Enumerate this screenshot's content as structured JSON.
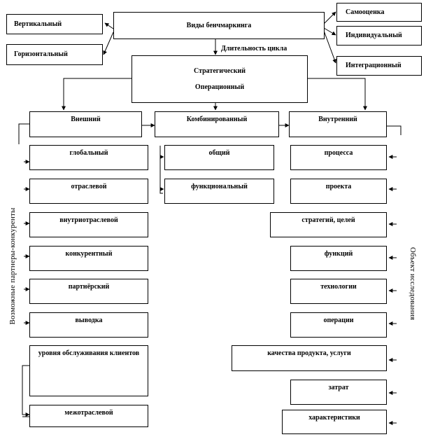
{
  "center": {
    "title": "Виды бенчмаркинга"
  },
  "left_types": [
    {
      "label": "Вертикальный"
    },
    {
      "label": "Горизонтальный"
    }
  ],
  "right_types": [
    {
      "label": "Самооценка"
    },
    {
      "label": "Индивидуальный"
    },
    {
      "label": "Интеграционный"
    }
  ],
  "cycle": {
    "label": "Длительность цикла",
    "line1": "Стратегический",
    "line2": "Операционный"
  },
  "categories": {
    "external": "Внешний",
    "combined": "Комбинированный",
    "internal": "Внутренний"
  },
  "external_items": [
    {
      "label": "глобальный"
    },
    {
      "label": "отраслевой"
    },
    {
      "label": "внутриотраслевой"
    },
    {
      "label": "конкурентный"
    },
    {
      "label": "партнёрский"
    },
    {
      "label": "выводка"
    },
    {
      "label": "уровня обслуживания клиентов"
    },
    {
      "label": "межотраслевой"
    }
  ],
  "combined_items": [
    {
      "label": "общий"
    },
    {
      "label": "функциональный"
    }
  ],
  "internal_items": [
    {
      "label": "процесса"
    },
    {
      "label": "проекта"
    },
    {
      "label": "стратегий, целей"
    },
    {
      "label": "функций"
    },
    {
      "label": "технологии"
    },
    {
      "label": "операции"
    },
    {
      "label": "качества продукта, услуги"
    },
    {
      "label": "затрат"
    },
    {
      "label": "характеристики"
    }
  ],
  "side_labels": {
    "left": "Возможные партнеры-конкуренты",
    "right": "Объект исследования"
  }
}
